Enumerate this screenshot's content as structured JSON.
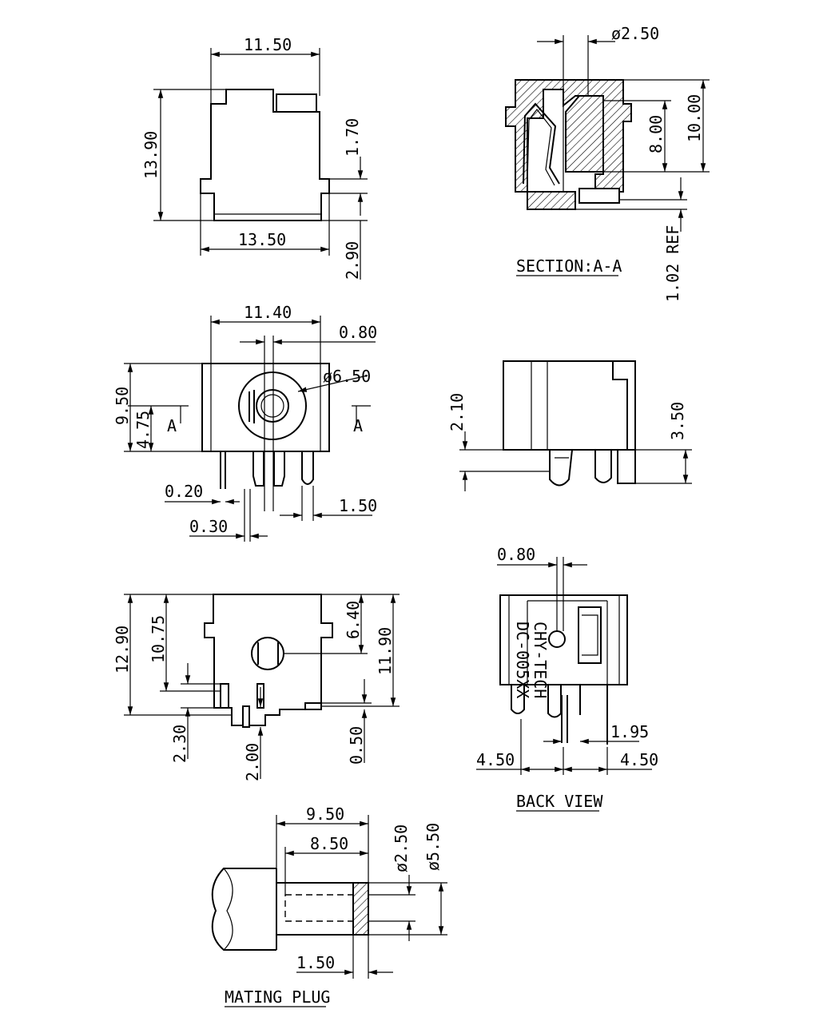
{
  "views": {
    "top": {
      "w": "11.50",
      "h": "13.90",
      "lip": "1.70",
      "base": "13.50",
      "bottom": "2.90"
    },
    "section": {
      "title": "SECTION:A-A",
      "pin": "ø2.50",
      "d1": "8.00",
      "d2": "10.00",
      "ref": "1.02 REF"
    },
    "front": {
      "w": "11.40",
      "pin_off": "0.80",
      "hole": "ø6.50",
      "h": "9.50",
      "half": "4.75",
      "cut_l": "A",
      "cut_r": "A",
      "p1": "0.20",
      "p2": "0.30",
      "p3": "1.50"
    },
    "side": {
      "a": "2.10",
      "b": "3.50"
    },
    "bottom": {
      "h1": "12.90",
      "h2": "10.75",
      "h3": "6.40",
      "h4": "11.90",
      "h5": "2.30",
      "h6": "2.00",
      "h7": "0.50"
    },
    "back": {
      "title": "BACK VIEW",
      "top": "0.80",
      "pin": "1.95",
      "left": "4.50",
      "right": "4.50",
      "mark1": "CHY-TECH",
      "mark2": "DC-005XX"
    },
    "plug": {
      "title": "MATING PLUG",
      "len": "9.50",
      "inner": "8.50",
      "d_in": "ø2.50",
      "d_out": "ø5.50",
      "tip": "1.50"
    }
  }
}
